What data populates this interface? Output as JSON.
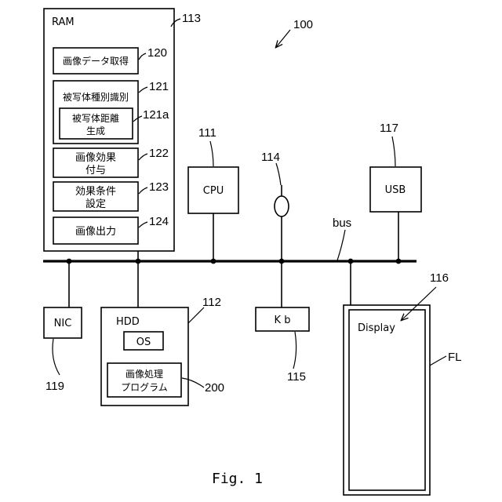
{
  "system_ref": "100",
  "ram": {
    "title": "RAM",
    "ref": "113"
  },
  "ram_modules": [
    {
      "id": "image-data-acquisition",
      "lines": [
        "画像データ取得"
      ],
      "ref": "120"
    },
    {
      "id": "subject-type-identification",
      "lines": [
        "被写体種別識別"
      ],
      "ref": "121"
    },
    {
      "id": "subject-distance-generation",
      "lines": [
        "被写体距離",
        "生成"
      ],
      "ref": "121a"
    },
    {
      "id": "image-effect",
      "lines": [
        "画像効果",
        "付与"
      ],
      "ref": "122"
    },
    {
      "id": "effect-condition",
      "lines": [
        "効果条件",
        "設定"
      ],
      "ref": "123"
    },
    {
      "id": "image-output",
      "lines": [
        "画像出力"
      ],
      "ref": "124"
    }
  ],
  "cpu": {
    "label": "CPU",
    "ref": "111"
  },
  "usb": {
    "label": "USB",
    "ref": "117"
  },
  "connector_ref": "114",
  "bus_label": "bus",
  "nic": {
    "label": "NIC",
    "ref": "119"
  },
  "hdd": {
    "label": "HDD",
    "ref": "112",
    "os_label": "OS",
    "program_lines": [
      "画像処理",
      "プログラム"
    ],
    "program_ref": "200"
  },
  "kb": {
    "label": "K b",
    "ref": "115"
  },
  "display": {
    "label": "Display",
    "ref": "116",
    "frame_ref": "FL"
  },
  "caption": "Fig. 1"
}
